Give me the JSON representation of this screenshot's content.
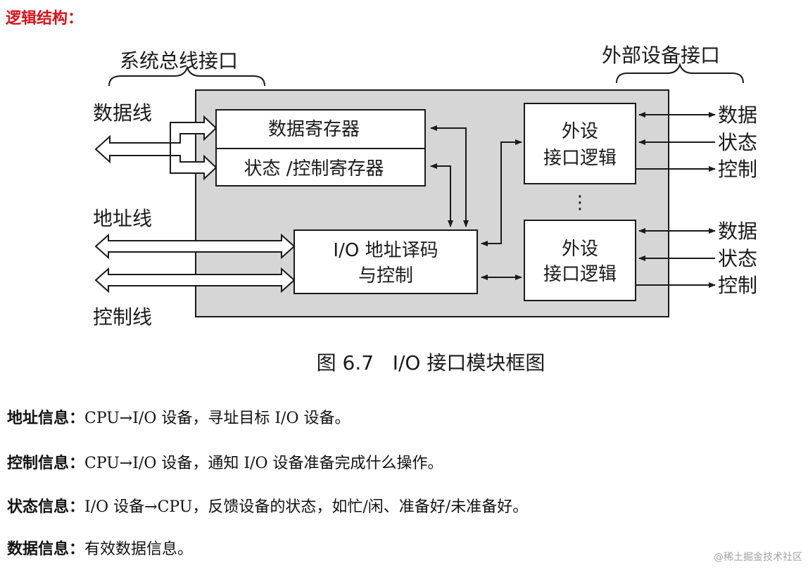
{
  "heading": "逻辑结构：",
  "diagram": {
    "system_bus_interface": "系统总线接口",
    "external_device_interface": "外部设备接口",
    "data_line": "数据线",
    "address_line": "地址线",
    "control_line": "控制线",
    "data_register": "数据寄存器",
    "status_control_register": "状态 /控制寄存器",
    "io_decode_line1": "I/O 地址译码",
    "io_decode_line2": "与控制",
    "peripheral_logic": {
      "line1": "外设",
      "line2": "接口逻辑"
    },
    "dots": "⋮",
    "external_signals": [
      "数据",
      "状态",
      "控制"
    ],
    "caption": "图 6.7   I/O 接口模块框图"
  },
  "info": [
    {
      "label": "地址信息：",
      "text": "CPU→I/O 设备，寻址目标 I/O 设备。"
    },
    {
      "label": "控制信息：",
      "text": "CPU→I/O 设备，通知 I/O 设备准备完成什么操作。"
    },
    {
      "label": "状态信息：",
      "text": "I/O 设备→CPU，反馈设备的状态，如忙/闲、准备好/未准备好。"
    },
    {
      "label": "数据信息：",
      "text": "有效数据信息。"
    }
  ],
  "watermark": "@稀土掘金技术社区"
}
